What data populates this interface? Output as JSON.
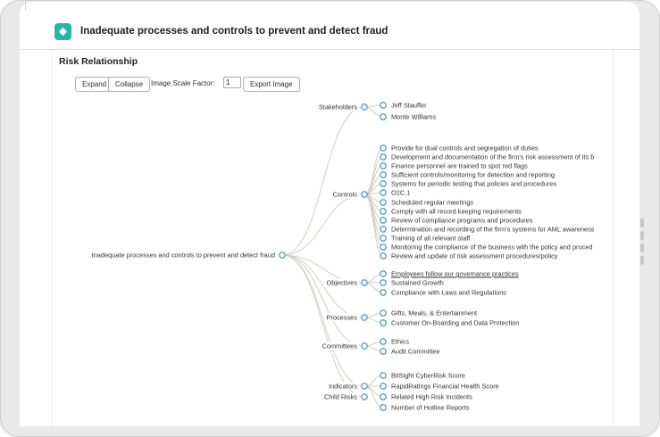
{
  "window": {
    "title": "Inadequate processes and controls to prevent and detect fraud"
  },
  "panel": {
    "title": "Risk Relationship",
    "toolbar": {
      "expand": "Expand",
      "collapse": "Collapse",
      "scale_label": "Image Scale Factor:",
      "scale_value": "1",
      "export": "Export Image"
    }
  },
  "tree": {
    "root": {
      "label": "Inadequate processes and controls to prevent and detect fraud"
    },
    "categories": [
      {
        "label": "Stakeholders",
        "children": [
          "Jeff Stauffer",
          "Monte Williams"
        ]
      },
      {
        "label": "Controls",
        "children": [
          "Provide for dual controls and segregation of duties",
          "Development and documentation of the firm's risk assessment of its b",
          "Finance personnel are trained to spot red flags",
          "Sufficient controls/monitoring for detection and reporting",
          "Systems for periodic testing that policies and procedures",
          "O2C.1",
          "Scheduled regular meetings",
          "Comply with all record keeping requirements",
          "Review of compliance programs and procedures",
          "Determination and recording of the firm's systems for AML awareness",
          "Training of all relevant staff",
          "Monitoring the compliance of the business with the policy and proced",
          "Review and update of risk assessment procedures/policy"
        ]
      },
      {
        "label": "Objectives",
        "children": [
          "Employees follow our governance practices",
          "Sustained Growth",
          "Compliance with Laws and Regulations"
        ]
      },
      {
        "label": "Processes",
        "children": [
          "Gifts, Meals, & Entertainment",
          "Customer On-Boarding and Data Protection"
        ]
      },
      {
        "label": "Committees",
        "children": [
          "Ethics",
          "Audit Committee"
        ]
      },
      {
        "label": "Indicators",
        "children": [
          "BitSight CyberRisk Score",
          "RapidRatings Financial Health Score",
          "Related High Risk Incidents",
          "Number of Hotline Reports"
        ]
      },
      {
        "label": "Child Risks",
        "children": []
      }
    ]
  },
  "icons": {
    "header": "diamond-icon"
  },
  "colors": {
    "accent_teal": "#2bb3a6",
    "node_stroke": "#5b9bb5",
    "link_line": "#d4cec6"
  }
}
